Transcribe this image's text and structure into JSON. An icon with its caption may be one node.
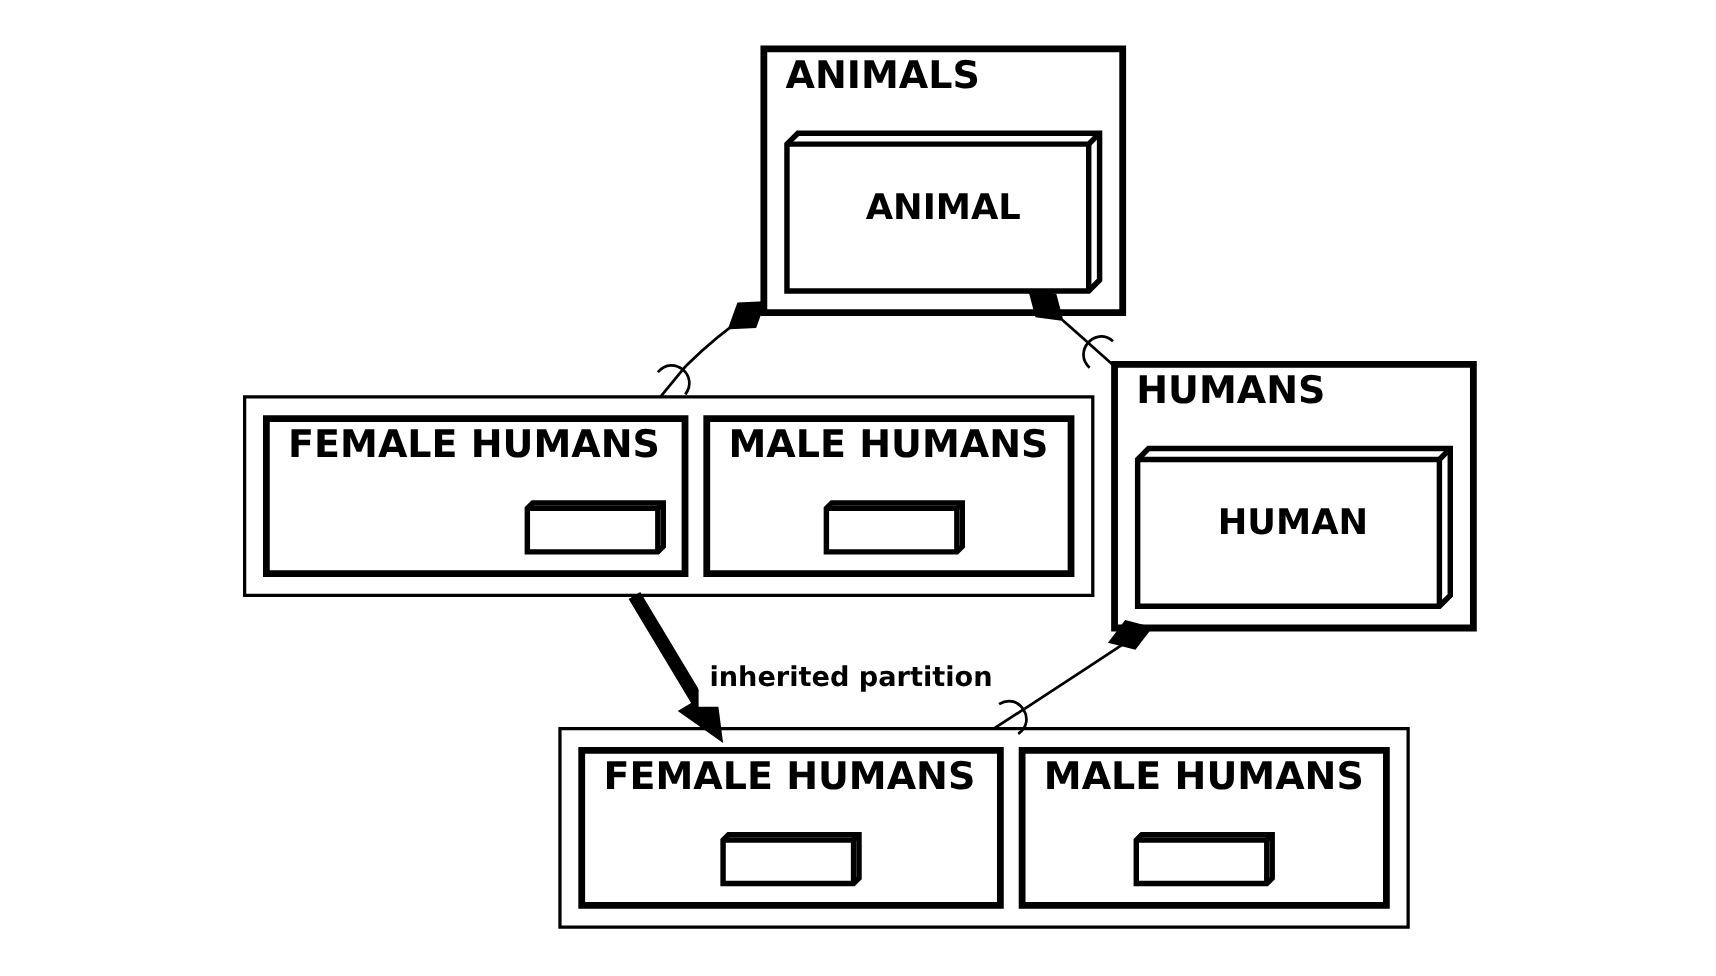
{
  "diagram": {
    "nodes": [
      {
        "text": [
          "ANIMALS"
        ]
      },
      {
        "text": [
          "ANIMAL"
        ],
        "in": 0
      },
      {
        "text": [],
        "shape": "box"
      },
      {
        "text": [
          "MALE HUMANS"
        ],
        "in": 2
      },
      {
        "text": [],
        "shape": "box",
        "in": 3
      },
      {
        "text": [
          "FEMALE HUMANS"
        ],
        "in": 2
      },
      {
        "text": [],
        "shape": "box",
        "in": 5
      },
      {
        "text": [
          "HUMANS"
        ]
      },
      {
        "text": [
          "HUMAN"
        ],
        "in": 7
      },
      {
        "text": [],
        "shape": "box"
      },
      {
        "text": [
          "MALE HUMANS"
        ],
        "in": 9
      },
      {
        "text": [],
        "shape": "box",
        "in": 10
      },
      {
        "text": [
          "FEMALE HUMANS"
        ],
        "in": 9
      },
      {
        "text": [],
        "shape": "box",
        "in": 12
      }
    ],
    "edges": [
      {
        "from": 0,
        "to": 2,
        "arrow": "other"
      },
      {
        "from": 1,
        "to": 7,
        "arrow": "other"
      },
      {
        "from": 7,
        "to": 9,
        "arrow": "other"
      },
      {
        "from": 2,
        "to": 9,
        "arrow": "to",
        "label": "inherited partition",
        "style": "thick"
      }
    ]
  }
}
